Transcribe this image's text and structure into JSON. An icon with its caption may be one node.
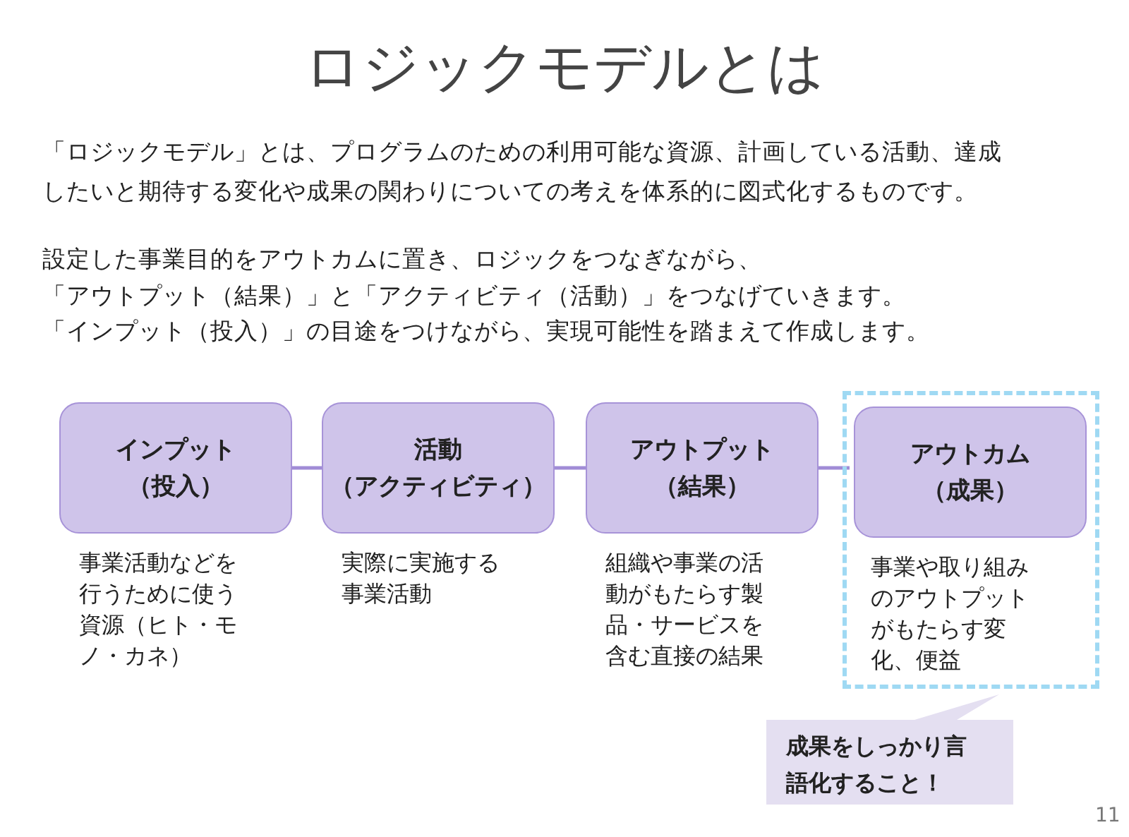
{
  "diagram": {
    "title": "ロジックモデルとは",
    "nodes": [
      {
        "text": [
          "インプット",
          "（投入）"
        ],
        "beside": [
          "事業活動などを行うために使う資源（ヒト・モノ・カネ）"
        ]
      },
      {
        "text": [
          "活動",
          "（アクティビティ）"
        ],
        "beside": [
          "実際に実施する事業活動"
        ]
      },
      {
        "text": [
          "アウトプット",
          "（結果）"
        ],
        "beside": [
          "組織や事業の活動がもたらす製品・サービスを含む直接の結果"
        ]
      },
      {
        "text": [],
        "shape": "box"
      },
      {
        "text": [
          "アウトカム",
          "（成果）"
        ],
        "in": 3,
        "beside": [
          "事業や取り組みのアウトプットがもたらす変化、便益"
        ]
      },
      {
        "text": [
          "成果をしっかり言語化すること！"
        ]
      }
    ],
    "edges": [
      {
        "from": 0,
        "to": 1,
        "arrow": "none"
      },
      {
        "from": 1,
        "to": 2,
        "arrow": "none"
      },
      {
        "from": 2,
        "to": 4,
        "arrow": "none"
      }
    ],
    "labels": [
      "「ロジックモデル」とは、プログラムのための利用可能な資源、計画している活動、達成したいと期待する変化や成果の関わりについての考えを体系的に図式化するものです。",
      "設定した事業目的をアウトカムに置き、ロジックをつなぎながら、",
      "「アウトプット（結果）」と「アクティビティ（活動）」をつなげていきます。",
      "「インプット（投入）」の目途をつけながら、実現可能性を踏まえて作成します。",
      "11"
    ]
  }
}
